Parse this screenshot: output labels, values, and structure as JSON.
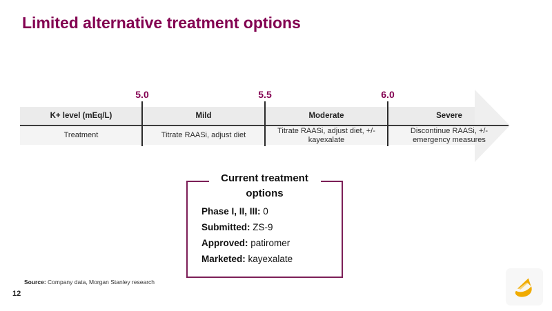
{
  "slide": {
    "title": "Limited alternative treatment options",
    "page_number": "12"
  },
  "timeline": {
    "thresholds": [
      "5.0",
      "5.5",
      "6.0"
    ],
    "header_row_label": "K+ level (mEq/L)",
    "treatment_row_label": "Treatment",
    "columns": [
      {
        "severity": "Mild",
        "treatment": "Titrate RAASi, adjust diet"
      },
      {
        "severity": "Moderate",
        "treatment": "Titrate RAASi, adjust diet, +/- kayexalate"
      },
      {
        "severity": "Severe",
        "treatment": "Discontinue RAASi, +/- emergency measures"
      }
    ]
  },
  "treatment_box": {
    "title": "Current treatment options",
    "items": [
      {
        "label": "Phase I, II, III:",
        "value": "0"
      },
      {
        "label": "Submitted:",
        "value": "ZS-9"
      },
      {
        "label": "Approved:",
        "value": "patiromer"
      },
      {
        "label": "Marketed:",
        "value": "kayexalate"
      }
    ]
  },
  "source": {
    "label": "Source:",
    "text": "Company data, Morgan Stanley research"
  },
  "colors": {
    "accent_mulberry": "#830051",
    "arrow_fill": "#EFEFEF",
    "divider_dark": "#3C3C3C",
    "logo_gold": "#F0AB00"
  },
  "icons": {
    "logo": "astrazeneca-logo"
  }
}
